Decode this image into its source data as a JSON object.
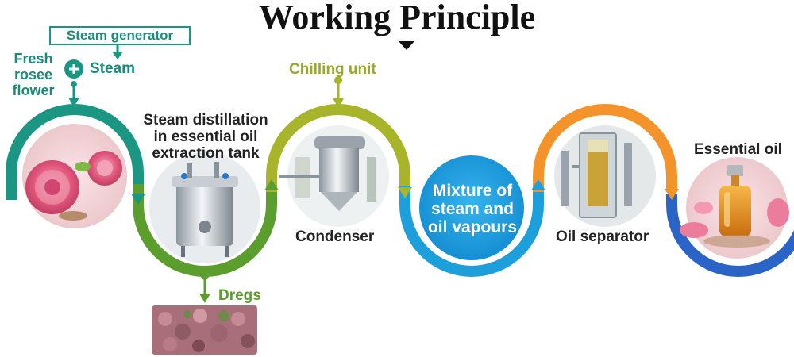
{
  "title": "Working Principle",
  "labels": {
    "steam_generator": "Steam generator",
    "steam": "Steam",
    "fresh_rose_flower": [
      "Fresh",
      "rosee",
      "flower"
    ],
    "steam_distillation": [
      "Steam distillation",
      "in essential oil",
      "extraction tank"
    ],
    "chilling_unit": "Chilling unit",
    "condenser": "Condenser",
    "mixture": [
      "Mixture of",
      "steam and",
      "oil vapours"
    ],
    "oil_separator": "Oil separator",
    "essential_oil": "Essential oil",
    "dregs": "Dregs"
  },
  "colors": {
    "teal": "#1a9683",
    "green": "#5b9e2e",
    "olive": "#a8b52b",
    "sky_blue": "#1d9fdc",
    "orange": "#f3932a",
    "blue": "#2a64c6",
    "olive_text": "#9aa82a",
    "rose": "#e0557a"
  },
  "icons": [
    "plus-icon",
    "rose-flower-icon",
    "extraction-tank-icon",
    "condenser-icon",
    "oil-separator-icon",
    "essential-oil-bottle-icon",
    "dregs-icon",
    "arrow-down-icon"
  ]
}
